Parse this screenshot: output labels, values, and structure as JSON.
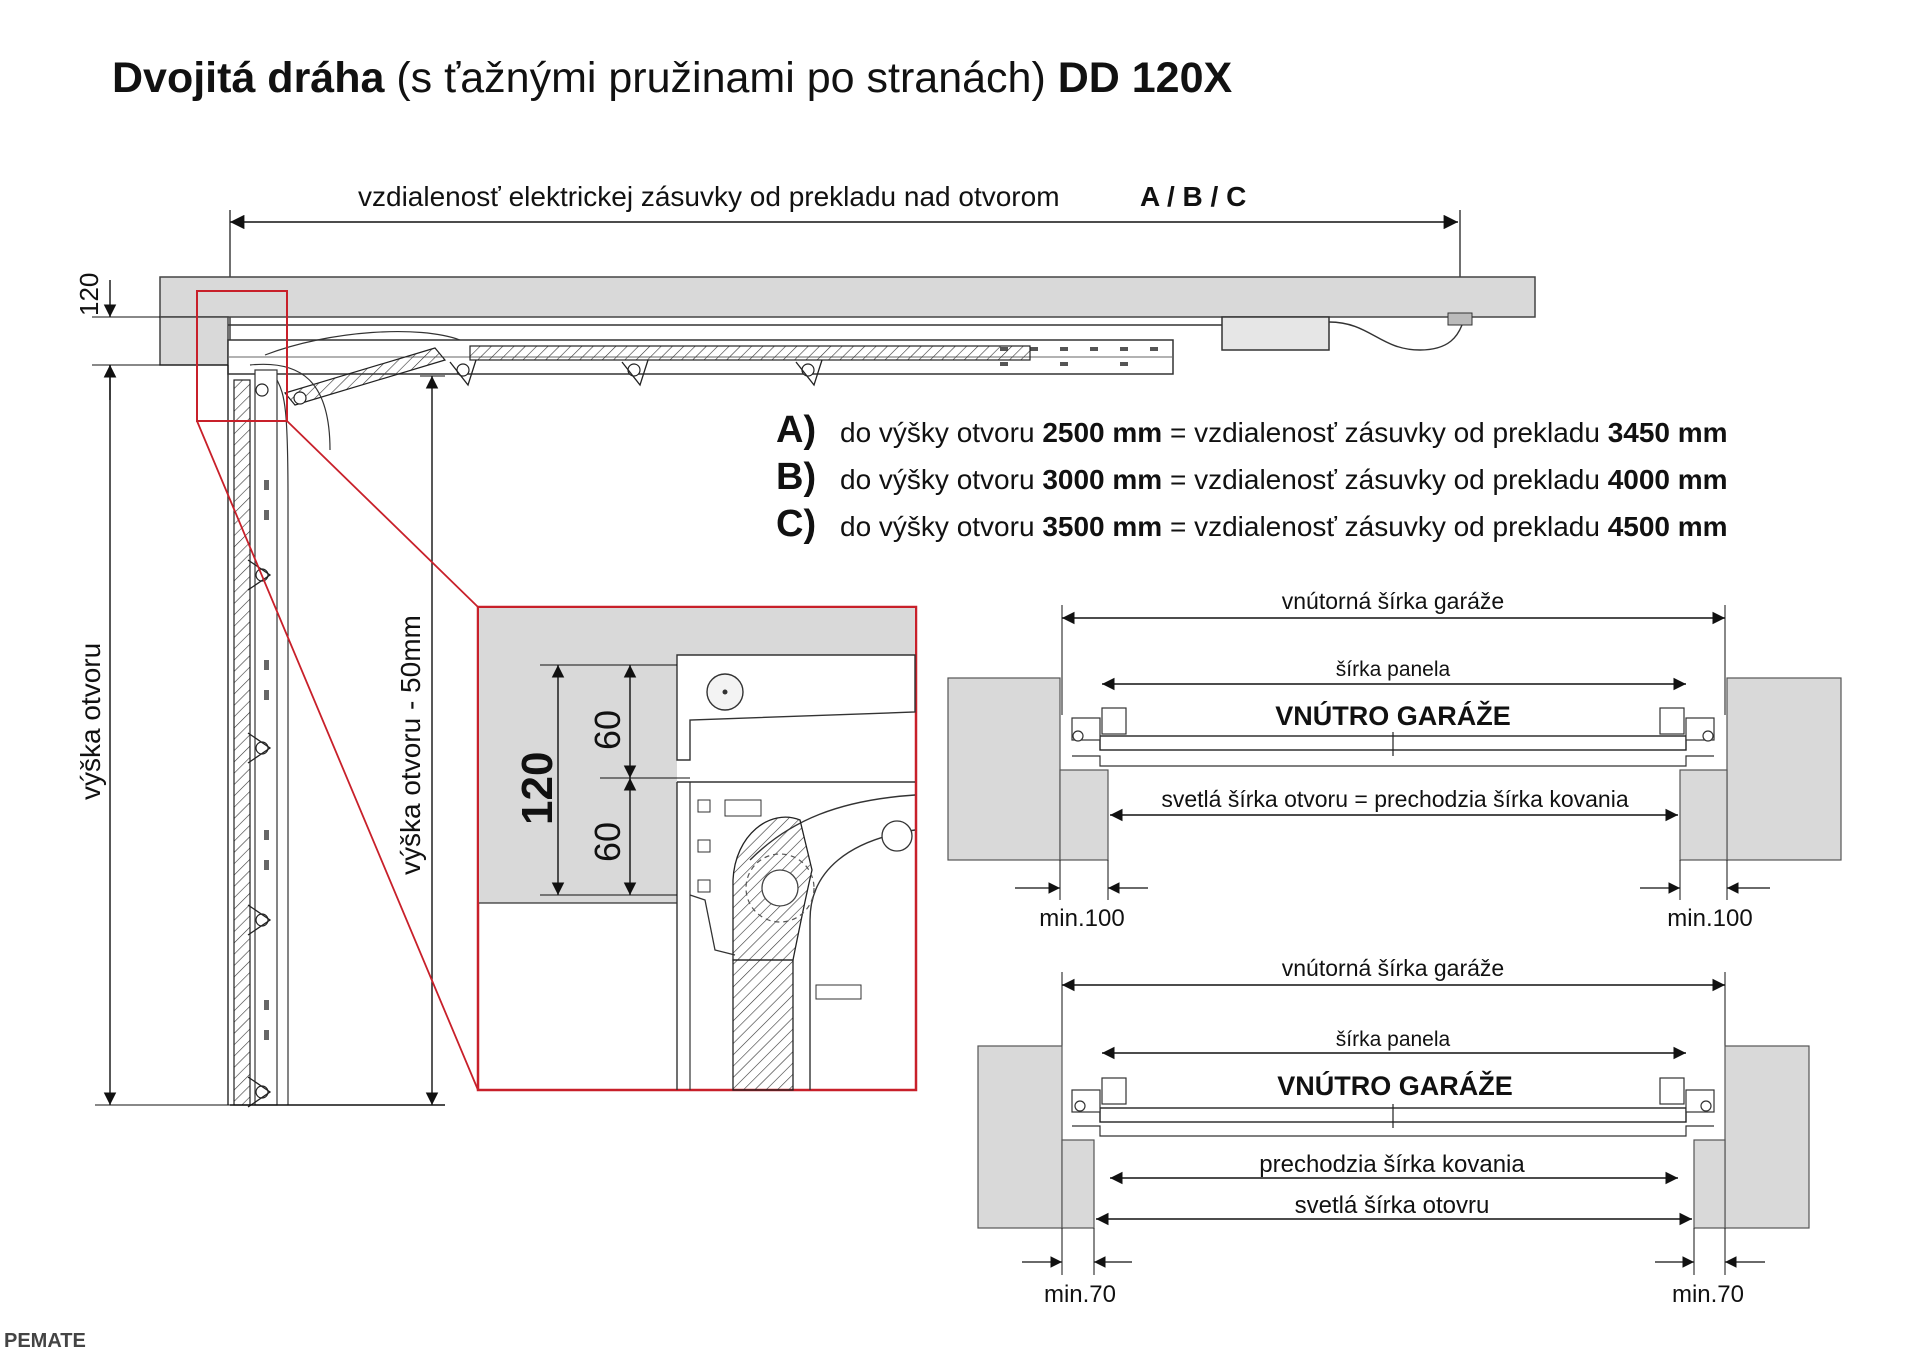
{
  "title": {
    "bold1": "Dvojitá dráha",
    "normal": " (s ťažnými pružinami po stranách) ",
    "bold2": "DD 120X"
  },
  "top_dimension": {
    "label": "vzdialenosť elektrickej zásuvky od prekladu nad otvorom",
    "label_bold": "A / B / C"
  },
  "left_labels": {
    "lintel": "120",
    "opening_height": "výška otvoru",
    "opening_height_minus": "výška otvoru - 50mm"
  },
  "detail": {
    "total": "120",
    "upper": "60",
    "lower": "60"
  },
  "specs": [
    {
      "letter": "A)",
      "pre": "do výšky otvoru ",
      "height": "2500 mm",
      "mid": " = vzdialenosť zásuvky od prekladu ",
      "distance": "3450 mm"
    },
    {
      "letter": "B)",
      "pre": "do výšky otvoru ",
      "height": "3000 mm",
      "mid": " = vzdialenosť zásuvky od prekladu ",
      "distance": "4000 mm"
    },
    {
      "letter": "C)",
      "pre": "do výšky otvoru ",
      "height": "3500 mm",
      "mid": " = vzdialenosť zásuvky od prekladu ",
      "distance": "4500 mm"
    }
  ],
  "plan1": {
    "garage_width": "vnútorná šírka garáže",
    "panel_width": "šírka panela",
    "inside": "VNÚTRO GARÁŽE",
    "clear_width": "svetlá šírka otvoru = prechodzia šírka kovania",
    "min_left": "min.100",
    "min_right": "min.100"
  },
  "plan2": {
    "garage_width": "vnútorná šírka garáže",
    "panel_width": "šírka panela",
    "inside": "VNÚTRO GARÁŽE",
    "passage_width": "prechodzia šírka kovania",
    "clear_width": "svetlá šírka otovru",
    "min_left": "min.70",
    "min_right": "min.70"
  },
  "logo": "PEMATE",
  "colors": {
    "wall": "#d9d9d9",
    "wall_stroke": "#555555",
    "detail_red": "#c8202a",
    "line": "#111111"
  }
}
